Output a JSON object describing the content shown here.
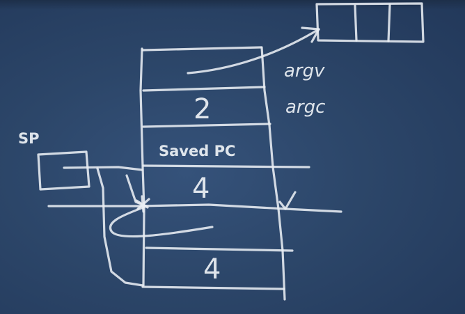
{
  "board": {
    "background": "#2c4669",
    "chalk_color": "#e9eef4"
  },
  "labels": {
    "sp": "SP",
    "argv": "argv",
    "argc": "argc",
    "saved_pc": "Saved PC",
    "slot_argc_value": "2",
    "slot_upper_value": "4",
    "slot_lower_value": "4"
  }
}
